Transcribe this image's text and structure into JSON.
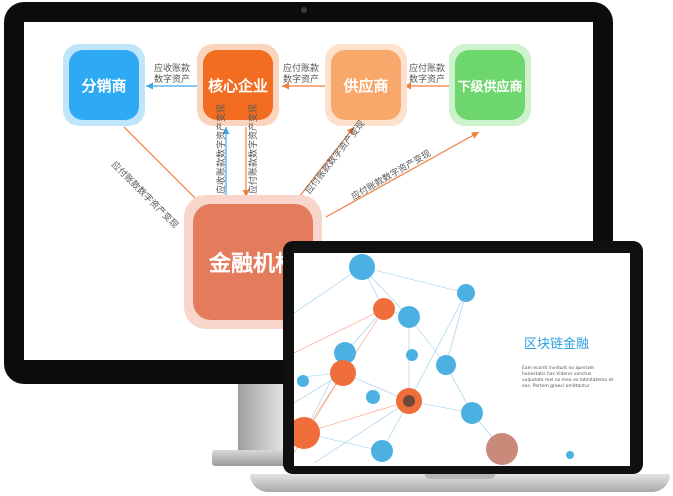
{
  "diagram": {
    "nodes": {
      "distributor": "分销商",
      "core_enterprise": "核心企业",
      "supplier": "供应商",
      "sub_supplier": "下级供应商",
      "financial_institution": "金融机构"
    },
    "edge_labels": {
      "core_to_distributor": [
        "应收账款",
        "数字资产"
      ],
      "supplier_to_core": [
        "应付账款",
        "数字资产"
      ],
      "sub_to_supplier": [
        "应付账款",
        "数字资产"
      ],
      "distributor_to_finance": "应付账款数字资产变现",
      "finance_core_up": "应收账款数字资产变现",
      "finance_core_down": "应付账款数字资产变现",
      "finance_to_supplier": "应付账款数字资产变现",
      "finance_to_sub": "应付账款数字资产变现"
    },
    "colors": {
      "distributor": "#2eaaf5",
      "core_enterprise": "#f26d21",
      "supplier": "#f8a86a",
      "sub_supplier": "#6dd66d",
      "financial_institution": "#e47b5c",
      "arrow_orange": "#f07f3c",
      "arrow_blue": "#3ea8e8"
    }
  },
  "laptop_slide": {
    "title": "区块链金融",
    "body": "Eam econit invidunt no aperiam honestatis has Viderer sanctus vulputate mel no.mea ex latinitatemo et eos. Partem graeci omittantur"
  }
}
